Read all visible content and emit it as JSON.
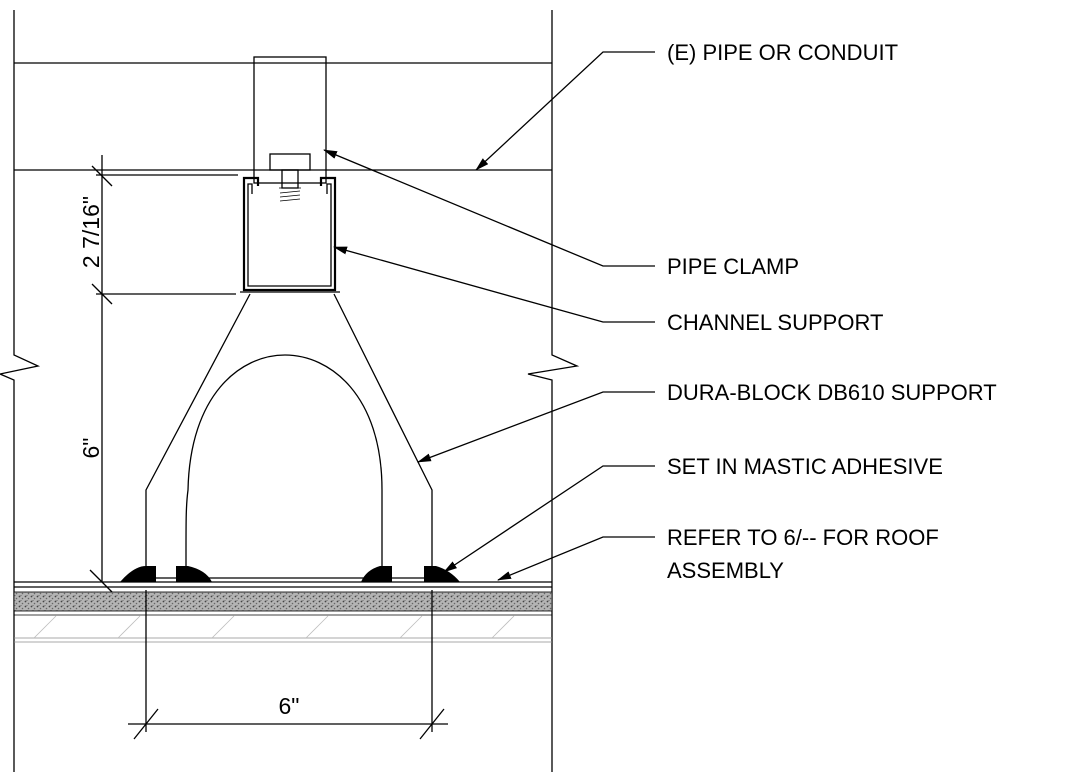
{
  "callouts": {
    "pipe_or_conduit": "(E) PIPE OR CONDUIT",
    "pipe_clamp": "PIPE CLAMP",
    "channel_support": "CHANNEL SUPPORT",
    "dura_block_support": "DURA-BLOCK DB610 SUPPORT",
    "mastic": "SET IN MASTIC ADHESIVE",
    "roof_line1": "REFER TO 6/-- FOR ROOF",
    "roof_line2": "ASSEMBLY"
  },
  "dimensions": {
    "channel_height": "2 7/16\"",
    "support_height": "6\"",
    "base_width": "6\""
  },
  "colors": {
    "line": "#000000",
    "background": "#ffffff",
    "roof_hatch": "#8c8c8c"
  }
}
